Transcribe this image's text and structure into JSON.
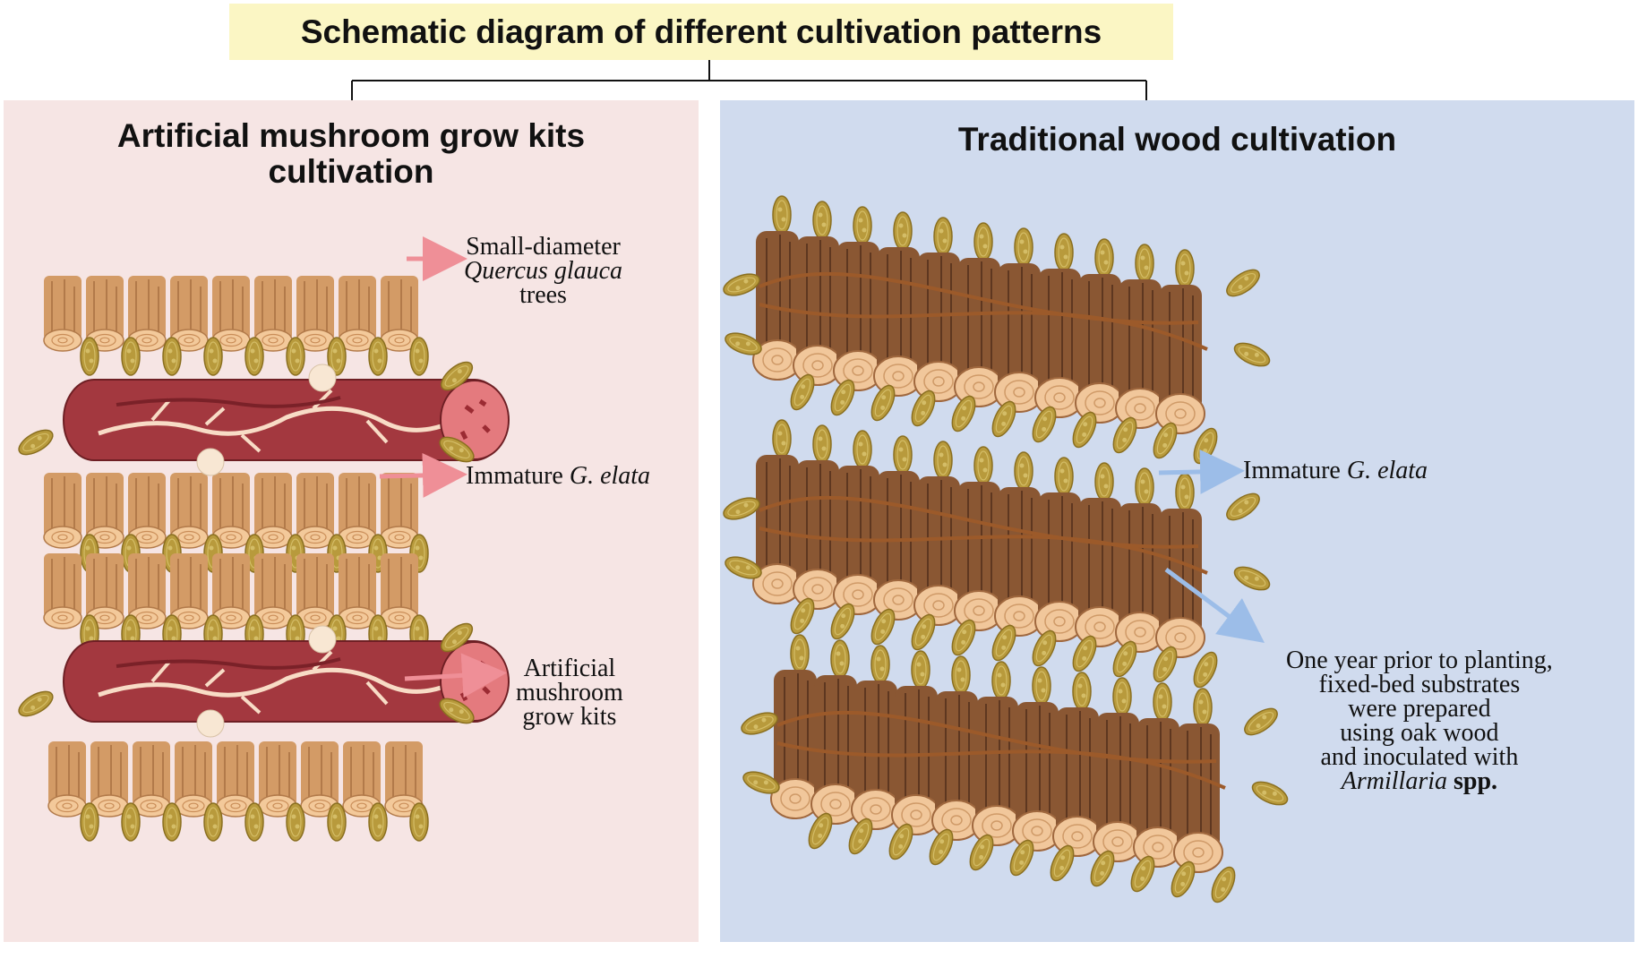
{
  "title": "Schematic diagram of different cultivation patterns",
  "left_panel": {
    "heading_line1": "Artificial mushroom grow kits",
    "heading_line2": "cultivation",
    "labels": {
      "trees_line1": "Small-diameter",
      "trees_line2": "Quercus glauca",
      "trees_line3": "trees",
      "immature_prefix": "Immature ",
      "immature_species": "G. elata",
      "kits_line1": "Artificial",
      "kits_line2": "mushroom",
      "kits_line3": "grow kits"
    }
  },
  "right_panel": {
    "heading": "Traditional wood cultivation",
    "labels": {
      "immature_prefix": "Immature ",
      "immature_species": "G. elata",
      "note_line1": "One year prior to planting,",
      "note_line2": "fixed-bed substrates",
      "note_line3": "were prepared",
      "note_line4": "using oak wood",
      "note_line5": "and inoculated with",
      "note_line6_species": "Armillaria",
      "note_line6_suffix": " spp."
    }
  },
  "colors": {
    "title_bg": "#fbf6c4",
    "left_bg": "#f6e5e4",
    "right_bg": "#d0dbee",
    "pink_arrow": "#ef8f97",
    "blue_arrow": "#9cbde8",
    "log_red": "#a3383f",
    "wood_light": "#e6b586",
    "bark_brown": "#7a4a2c",
    "tuber": "#b89a3c"
  }
}
